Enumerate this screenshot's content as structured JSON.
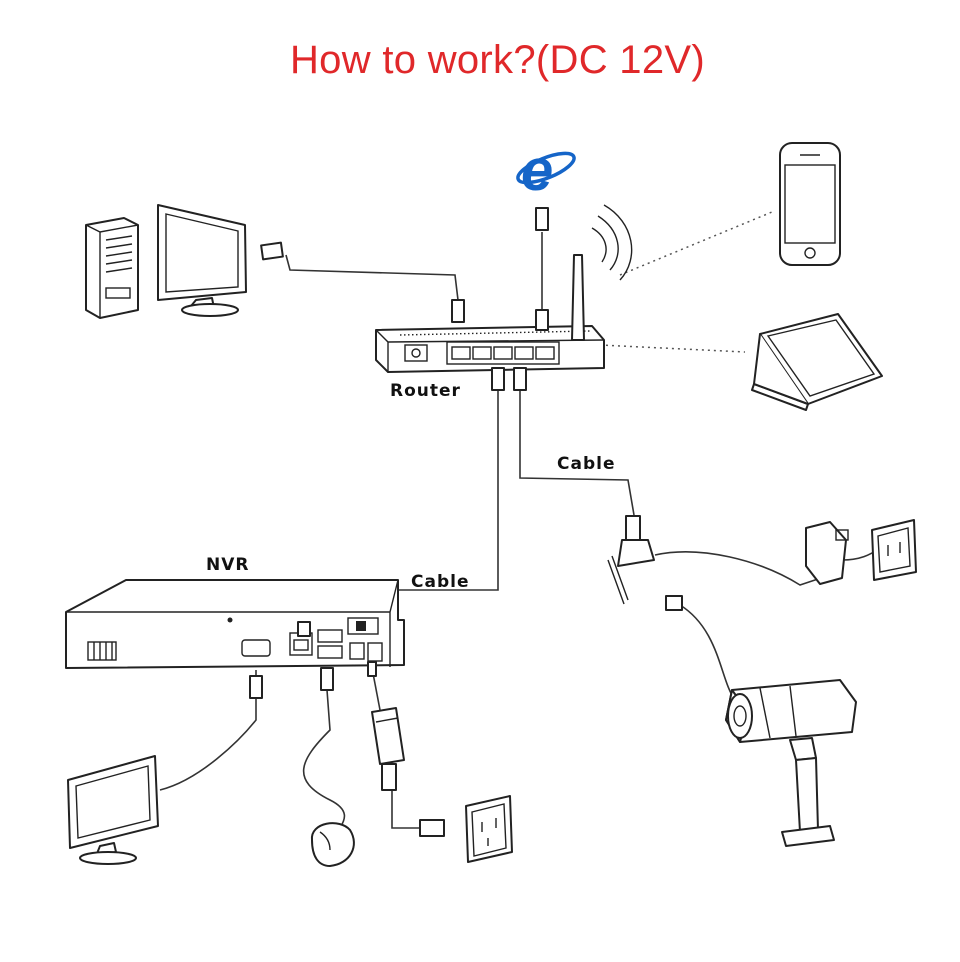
{
  "title": "How to work?(DC 12V)",
  "labels": {
    "router": "Router",
    "nvr": "NVR",
    "cable_router_camera": "Cable",
    "cable_router_nvr": "Cable"
  },
  "icons": {
    "internet": "internet-explorer-icon",
    "pc": "desktop-pc-icon",
    "smartphone": "smartphone-icon",
    "laptop": "laptop-icon",
    "camera": "bullet-camera-icon",
    "monitor": "monitor-icon",
    "mouse": "mouse-icon",
    "power_adapter": "power-adapter-icon",
    "wall_socket": "wall-socket-icon"
  },
  "colors": {
    "title": "#e0282a",
    "internet_logo": "#1565c8",
    "lines": "#222222"
  }
}
